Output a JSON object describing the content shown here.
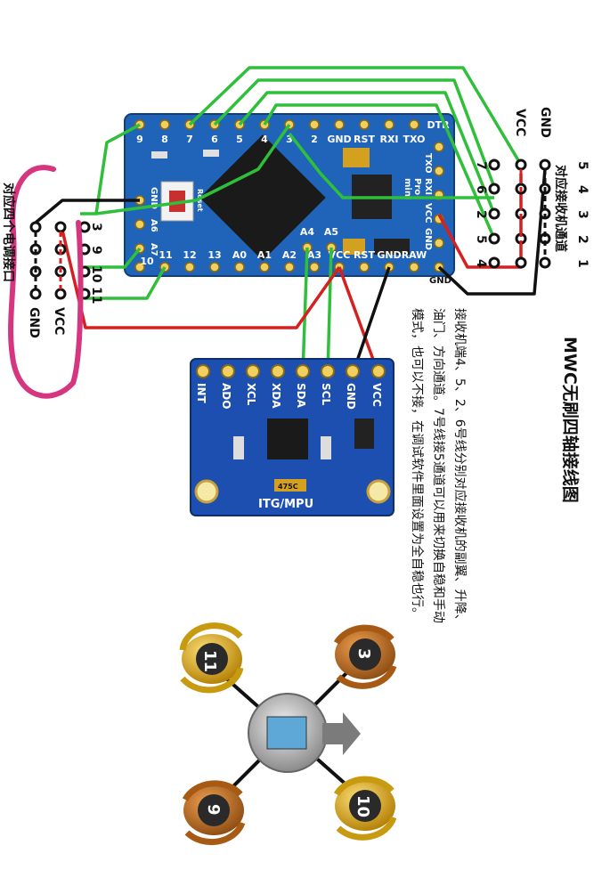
{
  "diagram": {
    "title": "MWC无刷四轴接线图",
    "description_lines": [
      "接收机端4、5、2、6号线分别对应接收机的副翼、升降、",
      "油门、方向通道。7号线接5通道可以用来切换自稳和手动",
      "模式，也可以不接，在调试软件里面设置为全自稳也行。"
    ],
    "receiver_header": {
      "label": "对应接收机通道",
      "channel_numbers": [
        "5",
        "4",
        "3",
        "2",
        "1"
      ],
      "power_labels": [
        "GND",
        "VCC"
      ],
      "wire_numbers": [
        "7",
        "6",
        "2",
        "5",
        "4"
      ]
    },
    "motor_header": {
      "label": "对应四个电调接口",
      "pin_labels": [
        "3",
        "9",
        "10",
        "11"
      ],
      "power_labels": [
        "VCC",
        "GND"
      ]
    },
    "arduino_board": {
      "top_pins": [
        "9",
        "8",
        "7",
        "6",
        "5",
        "4",
        "3",
        "2",
        "GND",
        "RST",
        "RXI",
        "TXO"
      ],
      "top_right_label": "DTR",
      "bottom_pins": [
        "10",
        "11",
        "12",
        "13",
        "A0",
        "A1",
        "A2",
        "A3",
        "VCC",
        "RST",
        "GND",
        "RAW"
      ],
      "inner_left_labels": [
        "GND",
        "A6",
        "A7"
      ],
      "inner_mid_labels": [
        "A4",
        "A5"
      ],
      "right_labels": [
        "TXO",
        "RXI",
        "VCC",
        "GND"
      ],
      "right_text": [
        "Pro",
        "mini"
      ],
      "reset_label": "Reset",
      "corner_gnd": "GND"
    },
    "gyro_board": {
      "pins": [
        "INT",
        "ADO",
        "XCL",
        "XDA",
        "SDA",
        "SCL",
        "GND",
        "VCC"
      ],
      "name": "ITG/MPU",
      "chip_mark": "475C"
    },
    "quad": {
      "motors": [
        "11",
        "3",
        "9",
        "10"
      ]
    }
  },
  "colors": {
    "board_blue": "#1f64b8",
    "gyro_blue": "#1d4fb0",
    "wire_green": "#2fbf3a",
    "wire_red": "#d42020",
    "wire_black": "#111111",
    "ring_magenta": "#d6357f",
    "prop_gold": "#d7a514",
    "prop_brown": "#b5651d"
  }
}
